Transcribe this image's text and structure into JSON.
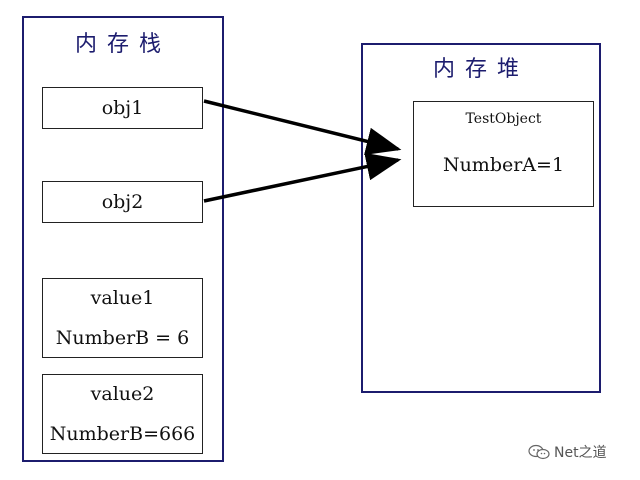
{
  "stack": {
    "title": "内存栈",
    "refs": [
      {
        "label": "obj1"
      },
      {
        "label": "obj2"
      }
    ],
    "values": [
      {
        "name": "value1",
        "field": "NumberB = 6"
      },
      {
        "name": "value2",
        "field": "NumberB=666"
      }
    ]
  },
  "heap": {
    "title": "内存堆",
    "object": {
      "type": "TestObject",
      "field": "NumberA=1"
    }
  },
  "watermark": {
    "text": "Net之道",
    "icon": "wechat-icon"
  }
}
